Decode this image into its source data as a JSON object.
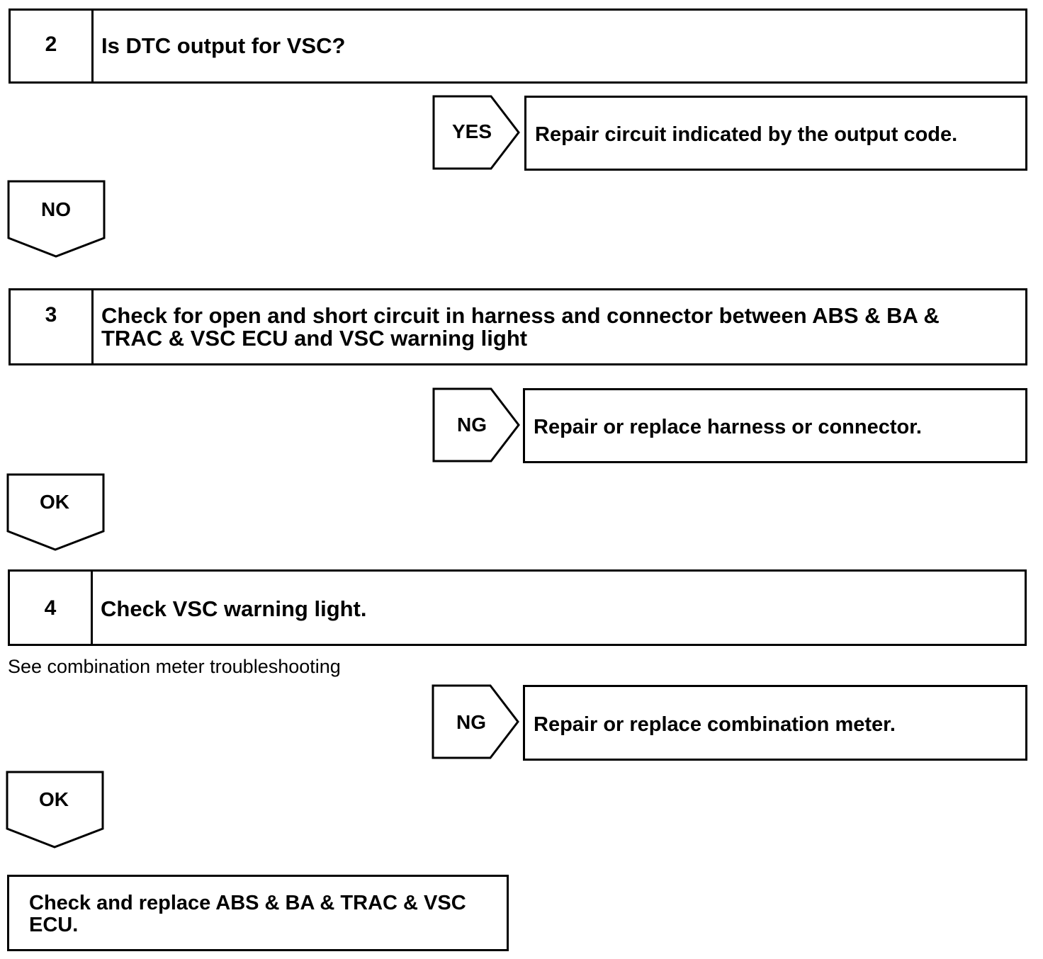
{
  "steps": [
    {
      "number": "2",
      "question": "Is DTC output for VSC?"
    },
    {
      "number": "3",
      "question_line1": "Check for open and short circuit in harness and connector between ABS & BA &",
      "question_line2": "TRAC & VSC ECU and VSC warning light"
    },
    {
      "number": "4",
      "question": "Check VSC warning light."
    }
  ],
  "side_results": [
    {
      "label": "YES",
      "action": "Repair circuit indicated by the output code."
    },
    {
      "label": "NG",
      "action": "Repair or replace harness or connector."
    },
    {
      "label": "NG",
      "action": "Repair or replace combination meter."
    }
  ],
  "down_results": [
    {
      "label": "NO"
    },
    {
      "label": "OK"
    },
    {
      "label": "OK"
    }
  ],
  "note": "See combination meter troubleshooting",
  "final": {
    "line1": "Check and replace ABS & BA & TRAC & VSC",
    "line2": "ECU."
  }
}
